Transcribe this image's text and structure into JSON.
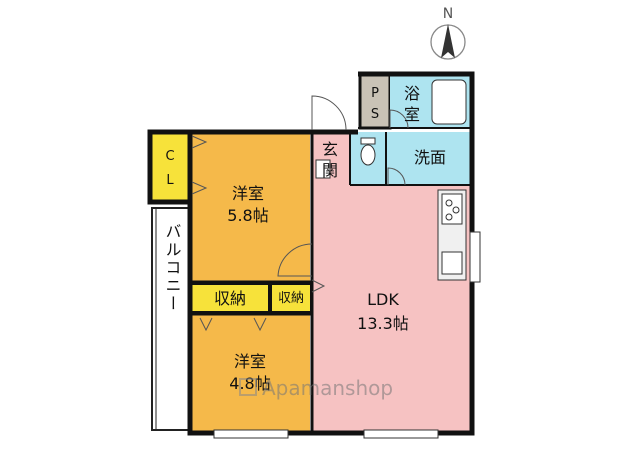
{
  "compass": {
    "north_label": "N"
  },
  "rooms": {
    "ps": {
      "line1": "P",
      "line2": "S"
    },
    "bath": {
      "line1": "浴",
      "line2": "室"
    },
    "entrance": {
      "line1": "玄",
      "line2": "関"
    },
    "washroom": {
      "label": "洗面"
    },
    "closet": {
      "line1": "C",
      "line2": "L"
    },
    "western_room_1": {
      "name": "洋室",
      "size": "5.8帖"
    },
    "storage_1": {
      "label": "収納"
    },
    "storage_2": {
      "label": "収納"
    },
    "western_room_2": {
      "name": "洋室",
      "size": "4.8帖"
    },
    "ldk": {
      "name": "LDK",
      "size": "13.3帖"
    },
    "balcony": {
      "label": "バルコニー"
    }
  },
  "watermark": {
    "text": "Apamanshop"
  },
  "colors": {
    "wall": "#111111",
    "western_room": "#f5b94a",
    "ldk": "#f6c2c2",
    "wet_area": "#aee4f0",
    "storage": "#f7e23a",
    "ps": "#c9c2b6"
  }
}
